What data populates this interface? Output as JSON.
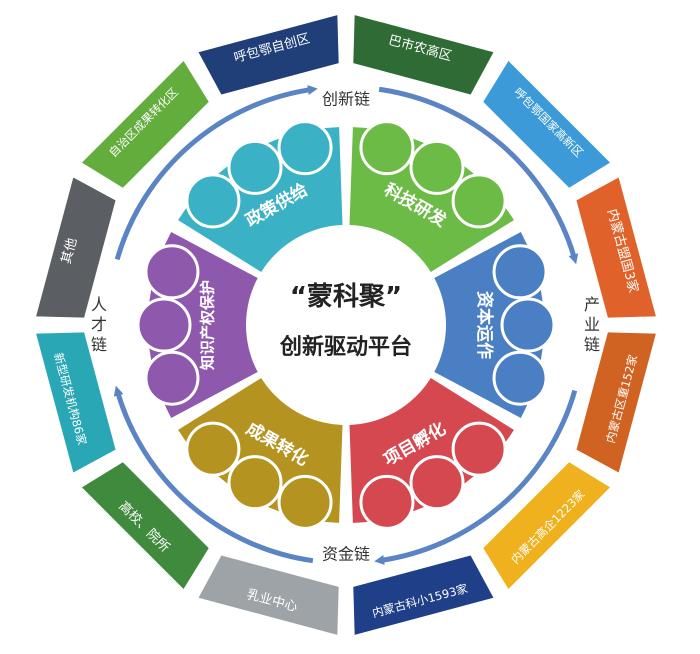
{
  "center": {
    "line1": "“蒙科聚”",
    "line2": "创新驱动平台"
  },
  "chains": {
    "top": "创新链",
    "right": "产业链",
    "bottom": "资金链",
    "left": "人才链"
  },
  "petals": [
    {
      "label": "政策供给",
      "color": "#3bb1c6"
    },
    {
      "label": "科技研发",
      "color": "#6dbb47"
    },
    {
      "label": "资本运作",
      "color": "#4b7fc3"
    },
    {
      "label": "项目孵化",
      "color": "#d5484f"
    },
    {
      "label": "成果转化",
      "color": "#b59320"
    },
    {
      "label": "知识产权保护",
      "color": "#8e58ad"
    }
  ],
  "outer_ring": [
    {
      "label": "巴市农高区",
      "color": "#2e6b35"
    },
    {
      "label": "呼包鄂国家高新区",
      "color": "#3b9ad7"
    },
    {
      "label": "内蒙古盟国3家",
      "color": "#e0622a"
    },
    {
      "label": "内蒙古区重152家",
      "color": "#d06222"
    },
    {
      "label": "内蒙古高企1223家",
      "color": "#efb21e"
    },
    {
      "label": "内蒙古科小1593家",
      "color": "#1f3f88"
    },
    {
      "label": "乳业中心",
      "color": "#9ea3a7"
    },
    {
      "label": "高校、院所",
      "color": "#3f8a3d"
    },
    {
      "label": "新型研发机构86家",
      "color": "#29a7b5"
    },
    {
      "label": "其他",
      "color": "#5b5f63"
    },
    {
      "label": "自治区成果转化区",
      "color": "#62ad3c"
    },
    {
      "label": "呼包鄂自创区",
      "color": "#203e78"
    }
  ],
  "colors": {
    "arrow": "#5b84c4",
    "center_text": "#222222"
  }
}
